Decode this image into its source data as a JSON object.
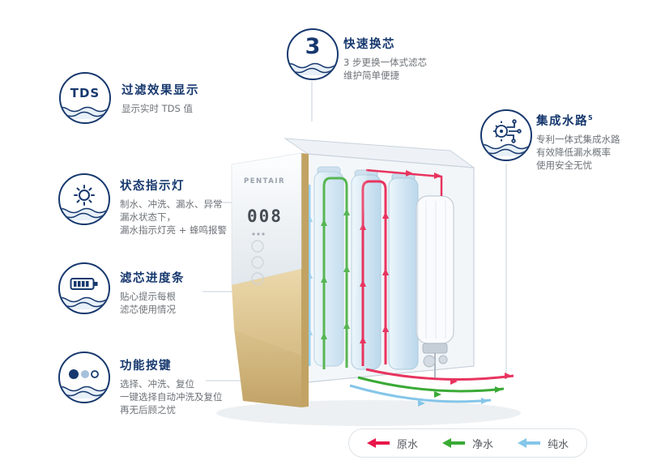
{
  "device": {
    "brand": "PENTAIR",
    "display_value": "008"
  },
  "callouts": {
    "quick_change": {
      "icon": "3",
      "title": "快速换芯",
      "lines": [
        "3 步更换一体式滤芯",
        "维护简单便捷"
      ]
    },
    "tds": {
      "icon": "TDS",
      "title": "过滤效果显示",
      "lines": [
        "显示实时 TDS 值"
      ]
    },
    "status_light": {
      "icon_name": "sun-icon",
      "title": "状态指示灯",
      "lines": [
        "制水、冲洗、漏水、异常",
        "漏水状态下，",
        "漏水指示灯亮 + 蜂鸣报警"
      ]
    },
    "filter_progress": {
      "icon_name": "battery-icon",
      "title": "滤芯进度条",
      "lines": [
        "贴心提示每根",
        "滤芯使用情况"
      ]
    },
    "function_buttons": {
      "icon_name": "dots-icon",
      "title": "功能按键",
      "lines": [
        "选择、冲洗、复位",
        "一键选择自动冲洗及复位",
        "再无后顾之忧"
      ]
    },
    "integrated_waterway": {
      "icon_name": "circuit-gear-icon",
      "title": "集成水路",
      "title_sup": "5",
      "lines": [
        "专利一体式集成水路",
        "有效降低漏水概率",
        "使用安全无忧"
      ]
    }
  },
  "legend": {
    "items": [
      {
        "label": "原水",
        "color": "#e8174b"
      },
      {
        "label": "净水",
        "color": "#3aaa35"
      },
      {
        "label": "纯水",
        "color": "#85c6e9"
      }
    ]
  },
  "colors": {
    "accent_navy": "#16386e",
    "body_text": "#6d7277",
    "gold_panel": "#d6bc85"
  }
}
